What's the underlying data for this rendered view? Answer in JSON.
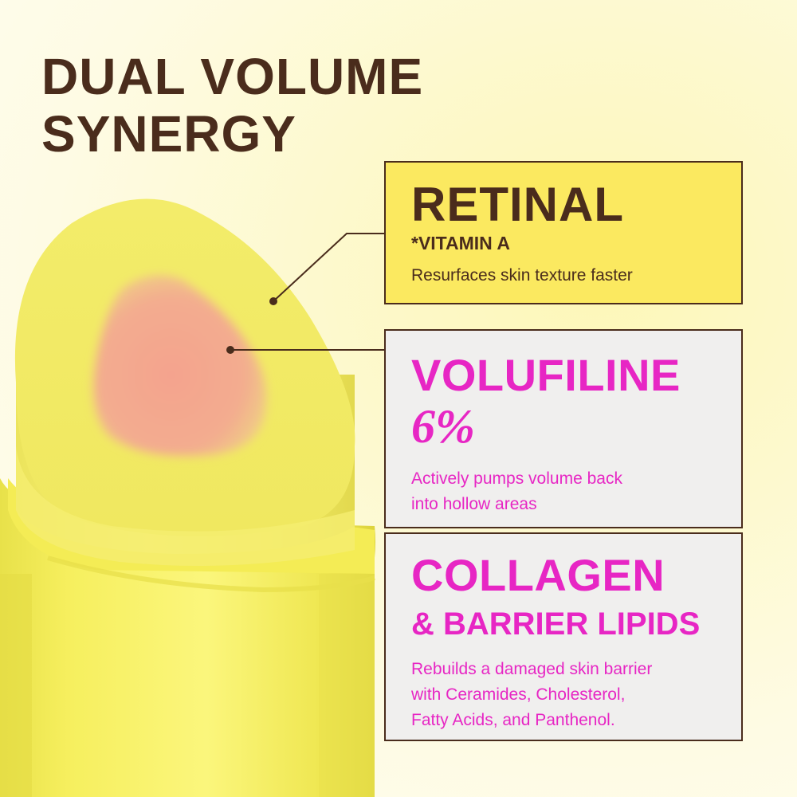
{
  "headline": {
    "line1": "DUAL VOLUME",
    "line2": "SYNERGY"
  },
  "cards": {
    "retinal": {
      "title": "RETINAL",
      "subtitle": "*VITAMIN A",
      "description": "Resurfaces skin texture faster"
    },
    "volufiline": {
      "title": "VOLUFILINE",
      "percent": "6%",
      "description_line1": "Actively pumps volume back",
      "description_line2": "into hollow areas"
    },
    "collagen": {
      "title": "COLLAGEN",
      "subtitle": "& BARRIER LIPIDS",
      "description_line1": "Rebuilds a damaged skin barrier",
      "description_line2": "with Ceramides, Cholesterol,",
      "description_line3": "Fatty Acids, and Panthenol."
    }
  },
  "colors": {
    "brown": "#4a2c1c",
    "magenta": "#e726c4",
    "retinal_card": "#fbe960",
    "grey_card": "#f0efee",
    "balm_yellow": "#f6ef5a",
    "balm_core": "#f3a592"
  },
  "icons": {
    "product": "lip-balm-stick-image"
  }
}
